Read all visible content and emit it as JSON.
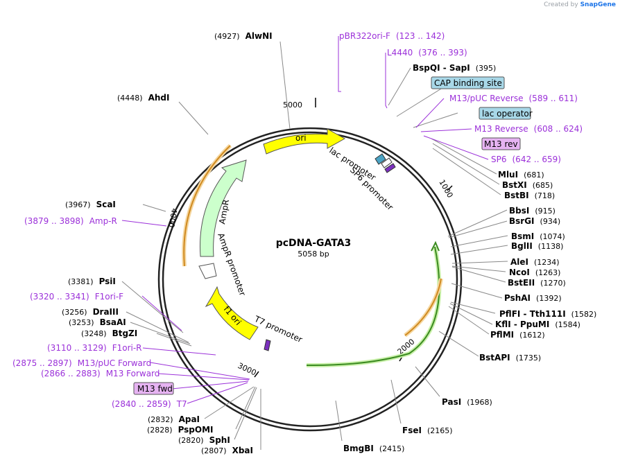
{
  "credit": {
    "prefix": "Created by",
    "brand": "SnapGene"
  },
  "plasmid": {
    "name": "pcDNA-GATA3",
    "length": "5058 bp"
  },
  "ticks": [
    {
      "label": "1000"
    },
    {
      "label": "2000"
    },
    {
      "label": "3000"
    },
    {
      "label": "4000"
    },
    {
      "label": "5000"
    }
  ],
  "features": [
    {
      "label": "ori",
      "color": "#ffff00"
    },
    {
      "label": "lac promoter"
    },
    {
      "label": "SP6 promoter"
    },
    {
      "label": "AmpR",
      "color": "#ccffcc"
    },
    {
      "label": "AmpR promoter"
    },
    {
      "label": "f1 ori",
      "color": "#ffff00"
    },
    {
      "label": "T7 promoter"
    }
  ],
  "sites": [
    {
      "pos": "(4927)",
      "name": "AlwNI"
    },
    {
      "pos": "(4448)",
      "name": "AhdI"
    },
    {
      "pos": "(3967)",
      "name": "ScaI"
    },
    {
      "pos": "(3381)",
      "name": "PsiI"
    },
    {
      "pos": "(3256)",
      "name": "DraIII"
    },
    {
      "pos": "(3253)",
      "name": "BsaAI"
    },
    {
      "pos": "(3248)",
      "name": "BtgZI"
    },
    {
      "pos": "(2832)",
      "name": "ApaI"
    },
    {
      "pos": "(2828)",
      "name": "PspOMI"
    },
    {
      "pos": "(2820)",
      "name": "SphI"
    },
    {
      "pos": "(2807)",
      "name": "XbaI"
    },
    {
      "pos": "(2415)",
      "name": "BmgBI"
    },
    {
      "pos": "(2165)",
      "name": "FseI"
    },
    {
      "pos": "(1968)",
      "name": "PasI"
    },
    {
      "pos": "(1735)",
      "name": "BstAPI"
    },
    {
      "pos": "(1612)",
      "name": "PflMI"
    },
    {
      "pos": "(1584)",
      "name": "KflI - PpuMI"
    },
    {
      "pos": "(1582)",
      "name": "PflFI - Tth111I"
    },
    {
      "pos": "(1392)",
      "name": "PshAI"
    },
    {
      "pos": "(1270)",
      "name": "BstEII"
    },
    {
      "pos": "(1263)",
      "name": "NcoI"
    },
    {
      "pos": "(1234)",
      "name": "AleI"
    },
    {
      "pos": "(1138)",
      "name": "BglII"
    },
    {
      "pos": "(1074)",
      "name": "BsmI"
    },
    {
      "pos": "(934)",
      "name": "BsrGI"
    },
    {
      "pos": "(915)",
      "name": "BbsI"
    },
    {
      "pos": "(718)",
      "name": "BstBI"
    },
    {
      "pos": "(685)",
      "name": "BstXI"
    },
    {
      "pos": "(681)",
      "name": "MluI"
    },
    {
      "pos": "(395)",
      "name": "BspQI - SapI"
    }
  ],
  "primers": [
    {
      "name": "pBR322ori-F",
      "range": "(123 .. 142)"
    },
    {
      "name": "L4440",
      "range": "(376 .. 393)"
    },
    {
      "name": "M13/pUC Reverse",
      "range": "(589 .. 611)"
    },
    {
      "name": "M13 Reverse",
      "range": "(608 .. 624)"
    },
    {
      "name": "SP6",
      "range": "(642 .. 659)"
    },
    {
      "name": "Amp-R",
      "range": "(3879 .. 3898)"
    },
    {
      "name": "F1ori-F",
      "range": "(3320 .. 3341)"
    },
    {
      "name": "F1ori-R",
      "range": "(3110 .. 3129)"
    },
    {
      "name": "M13/pUC Forward",
      "range": "(2875 .. 2897)"
    },
    {
      "name": "M13 Forward",
      "range": "(2866 .. 2883)"
    },
    {
      "name": "T7",
      "range": "(2840 .. 2859)"
    }
  ],
  "boxed": [
    {
      "label": "CAP binding site",
      "fill": "#a8d8e8"
    },
    {
      "label": "lac operator",
      "fill": "#a8d8e8"
    },
    {
      "label": "M13 rev",
      "fill": "#e6b3f2"
    },
    {
      "label": "M13 fwd",
      "fill": "#e6b3f2"
    }
  ]
}
